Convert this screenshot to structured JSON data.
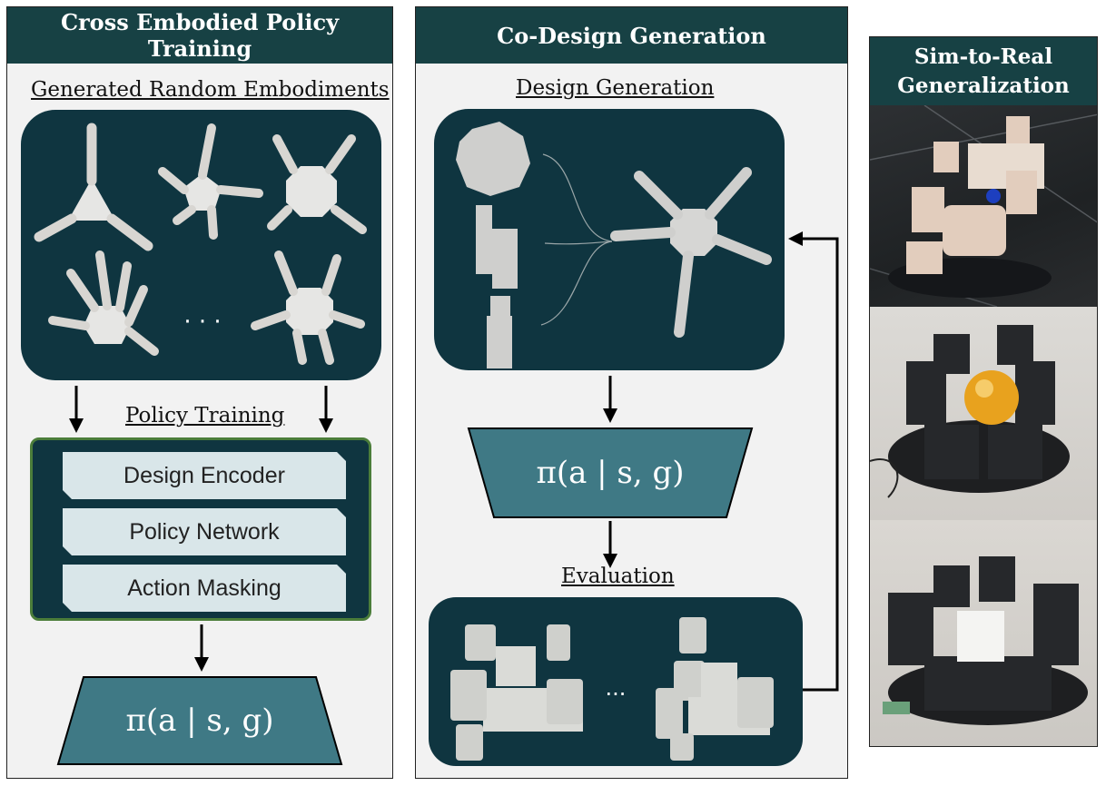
{
  "left_panel": {
    "title": "Cross Embodied Policy Training",
    "embodiments_title": "Generated Random Embodiments",
    "ellipsis": "· · ·",
    "policy_training_title": "Policy Training",
    "modules": [
      "Design Encoder",
      "Policy Network",
      "Action Masking"
    ],
    "policy_formula": "π(a | s, g)"
  },
  "middle_panel": {
    "title": "Co-Design Generation",
    "design_title": "Design Generation",
    "policy_formula": "π(a | s, g)",
    "evaluation_title": "Evaluation",
    "ellipsis": "..."
  },
  "right_panel": {
    "title": "Sim-to-Real Generalization"
  },
  "colors": {
    "header": "#174144",
    "dark_box": "#0f3540",
    "policy_teal": "#3f7985",
    "module_fill": "#d9e6e9",
    "module_border": "#4b7d3a"
  }
}
